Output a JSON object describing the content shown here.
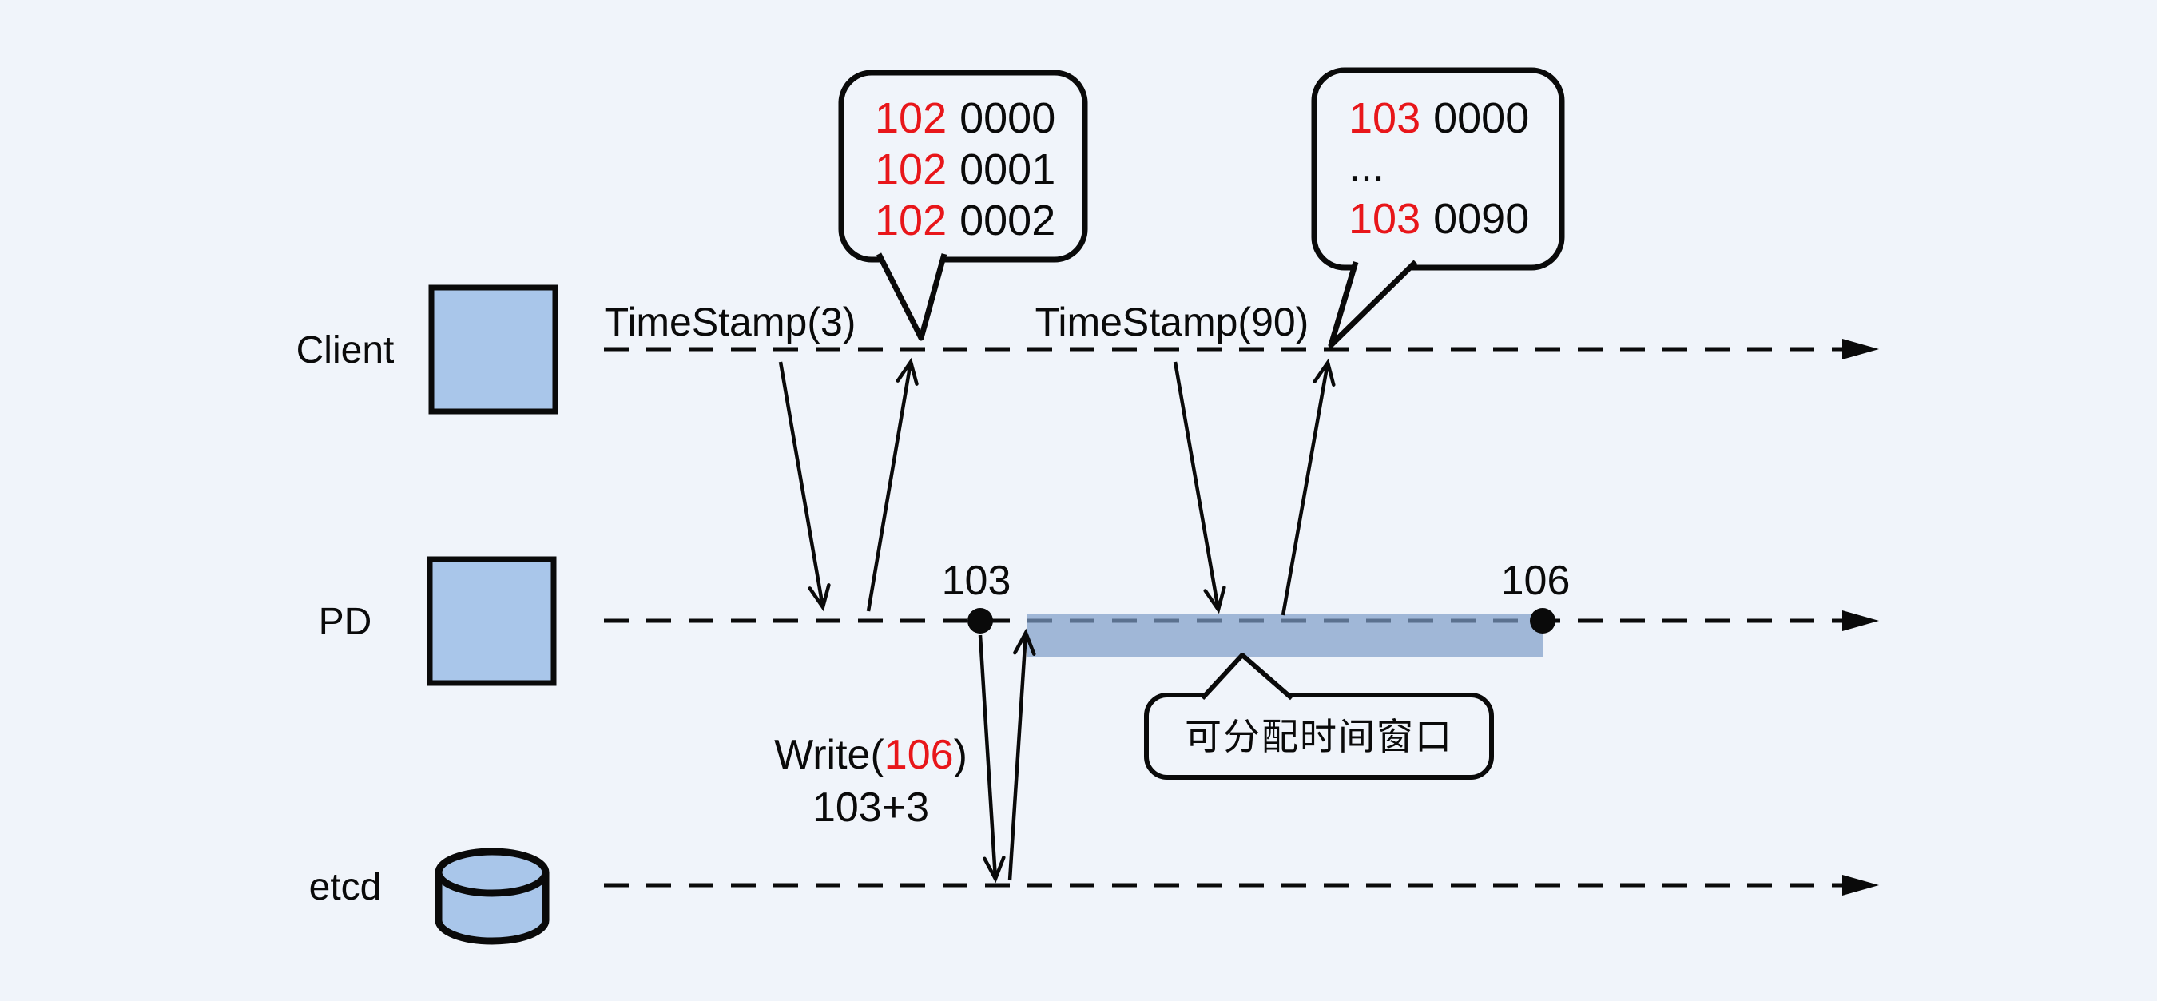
{
  "colors": {
    "background": "#f0f4fa",
    "stroke": "#0a0a0a",
    "highlight_red": "#e8161a",
    "node_fill": "#a9c6ea",
    "window_band": "rgba(125,157,200,0.70)"
  },
  "lanes": [
    {
      "label": "Client"
    },
    {
      "label": "PD"
    },
    {
      "label": "etcd"
    }
  ],
  "requests": {
    "timestamp3_label": "TimeStamp(3)",
    "timestamp90_label": "TimeStamp(90)"
  },
  "bubbles": [
    {
      "lines": [
        {
          "hi": "102",
          "rest": "0000"
        },
        {
          "hi": "102",
          "rest": "0001"
        },
        {
          "hi": "102",
          "rest": "0002"
        }
      ]
    },
    {
      "lines": [
        {
          "hi": "103",
          "rest": "0000"
        },
        {
          "hi": "",
          "rest": "..."
        },
        {
          "hi": "103",
          "rest": "0090"
        }
      ]
    }
  ],
  "pd_points": [
    {
      "label": "103"
    },
    {
      "label": "106"
    }
  ],
  "etcd_write": {
    "prefix": "Write(",
    "value": "106",
    "suffix": ")",
    "note": "103+3"
  },
  "window_callout": {
    "label": "可分配时间窗口"
  }
}
